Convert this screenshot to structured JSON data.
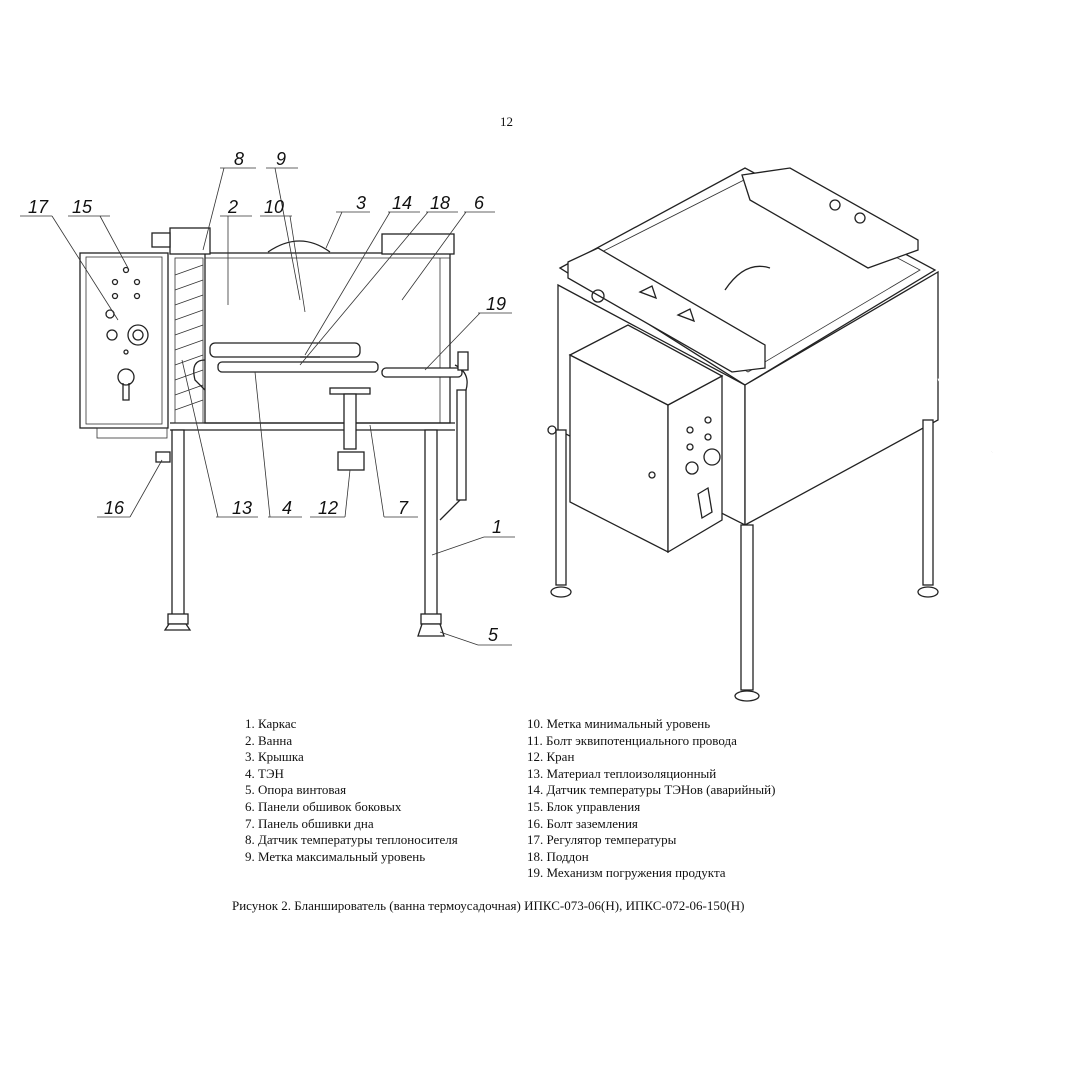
{
  "page_number": "12",
  "callouts": [
    {
      "id": "c17",
      "text": "17"
    },
    {
      "id": "c15",
      "text": "15"
    },
    {
      "id": "c8",
      "text": "8"
    },
    {
      "id": "c9",
      "text": "9"
    },
    {
      "id": "c2",
      "text": "2"
    },
    {
      "id": "c10",
      "text": "10"
    },
    {
      "id": "c3",
      "text": "3"
    },
    {
      "id": "c14",
      "text": "14"
    },
    {
      "id": "c18",
      "text": "18"
    },
    {
      "id": "c6",
      "text": "6"
    },
    {
      "id": "c19",
      "text": "19"
    },
    {
      "id": "c16",
      "text": "16"
    },
    {
      "id": "c13",
      "text": "13"
    },
    {
      "id": "c4",
      "text": "4"
    },
    {
      "id": "c12",
      "text": "12"
    },
    {
      "id": "c7",
      "text": "7"
    },
    {
      "id": "c1",
      "text": "1"
    },
    {
      "id": "c5",
      "text": "5"
    }
  ],
  "legend_left": [
    "1. Каркас",
    "2. Ванна",
    "3. Крышка",
    "4. ТЭН",
    "5. Опора винтовая",
    "6. Панели обшивок боковых",
    "7. Панель обшивки дна",
    "8. Датчик температуры теплоносителя",
    "9. Метка максимальный уровень"
  ],
  "legend_right": [
    "10. Метка минимальный уровень",
    "11. Болт эквипотенциального провода",
    "12. Кран",
    "13. Материал теплоизоляционный",
    "14. Датчик температуры ТЭНов (аварийный)",
    "15. Блок управления",
    "16. Болт заземления",
    "17. Регулятор температуры",
    "18. Поддон",
    "19. Механизм погружения продукта"
  ],
  "caption": "Рисунок 2. Бланшироватeль (ванна термоусадочная) ИПКС-073-06(Н), ИПКС-072-06-150(Н)",
  "colors": {
    "line": "#222222",
    "background": "#ffffff"
  }
}
